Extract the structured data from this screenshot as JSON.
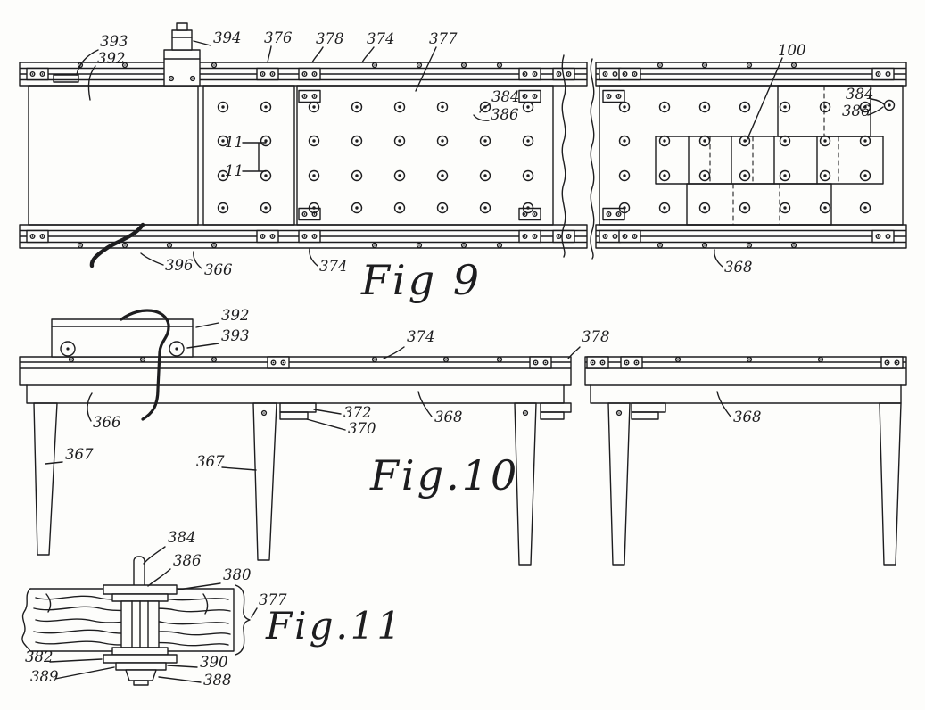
{
  "page": {
    "kind": "patent-drawing-sheet",
    "background": "#fdfdfb",
    "ink": "#1d1d1f"
  },
  "figures": {
    "fig9": {
      "caption": "Fig 9",
      "labels": [
        "393",
        "392",
        "394",
        "376",
        "378",
        "374",
        "377",
        "384",
        "386",
        "100",
        "384",
        "386",
        "11",
        "11",
        "396",
        "366",
        "374",
        "368"
      ]
    },
    "fig10": {
      "caption": "Fig.10",
      "labels": [
        "392",
        "393",
        "374",
        "378",
        "366",
        "372",
        "370",
        "368",
        "367",
        "367",
        "368"
      ]
    },
    "fig11": {
      "caption": "Fig.11",
      "labels": [
        "384",
        "386",
        "380",
        "377",
        "382",
        "389",
        "390",
        "388"
      ]
    }
  }
}
